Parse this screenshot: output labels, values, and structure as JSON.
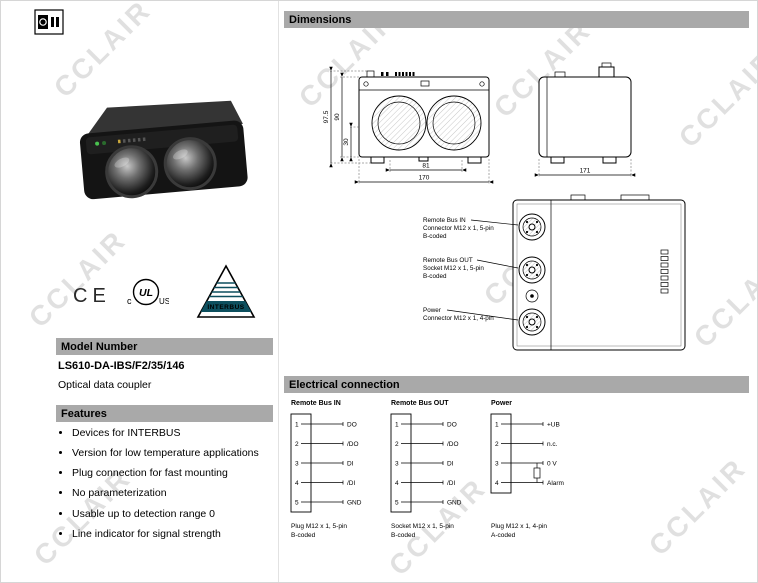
{
  "watermark": "CCLAIR",
  "left": {
    "model_heading": "Model Number",
    "model_number": "LS610-DA-IBS/F2/35/146",
    "model_description": "Optical data coupler",
    "features_heading": "Features",
    "features": [
      "Devices for INTERBUS",
      "Version for low temperature applications",
      "Plug connection for fast mounting",
      "No parameterization",
      "Usable up to detection range 0",
      "Line indicator for signal strength"
    ],
    "certs": {
      "ce": "CE",
      "ul_c": "c",
      "ul": "UL",
      "ul_us": "US",
      "interbus": "INTERBUS"
    }
  },
  "dimensions": {
    "heading": "Dimensions",
    "front": {
      "h_total": "97.5",
      "h_body": "90",
      "h_lens": "30",
      "w_inner": "81",
      "w_total": "170"
    },
    "side": {
      "depth": "171"
    },
    "connector_labels": [
      {
        "lines": [
          "Remote Bus IN",
          "Connector M12 x 1, 5-pin",
          "B-coded"
        ]
      },
      {
        "lines": [
          "Remote Bus OUT",
          "Socket M12 x 1, 5-pin",
          "B-coded"
        ]
      },
      {
        "lines": [
          "Power",
          "Connector M12 x 1, 4-pin"
        ]
      }
    ]
  },
  "electrical": {
    "heading": "Electrical connection",
    "diagrams": [
      {
        "title": "Remote Bus IN",
        "pins": [
          {
            "n": "1",
            "label": "DO"
          },
          {
            "n": "2",
            "label": "/DO"
          },
          {
            "n": "3",
            "label": "DI"
          },
          {
            "n": "4",
            "label": "/DI"
          },
          {
            "n": "5",
            "label": "GND"
          }
        ],
        "caption": [
          "Plug M12 x 1, 5-pin",
          "B-coded"
        ]
      },
      {
        "title": "Remote Bus OUT",
        "pins": [
          {
            "n": "1",
            "label": "DO"
          },
          {
            "n": "2",
            "label": "/DO"
          },
          {
            "n": "3",
            "label": "DI"
          },
          {
            "n": "4",
            "label": "/DI"
          },
          {
            "n": "5",
            "label": "GND"
          }
        ],
        "caption": [
          "Socket M12 x 1, 5-pin",
          "B-coded"
        ]
      },
      {
        "title": "Power",
        "pins": [
          {
            "n": "1",
            "label": "+UB"
          },
          {
            "n": "2",
            "label": "n.c."
          },
          {
            "n": "3",
            "label": "0 V"
          },
          {
            "n": "4",
            "label": "Alarm"
          }
        ],
        "caption": [
          "Plug M12 x 1, 4-pin",
          "A-coded"
        ]
      }
    ]
  }
}
